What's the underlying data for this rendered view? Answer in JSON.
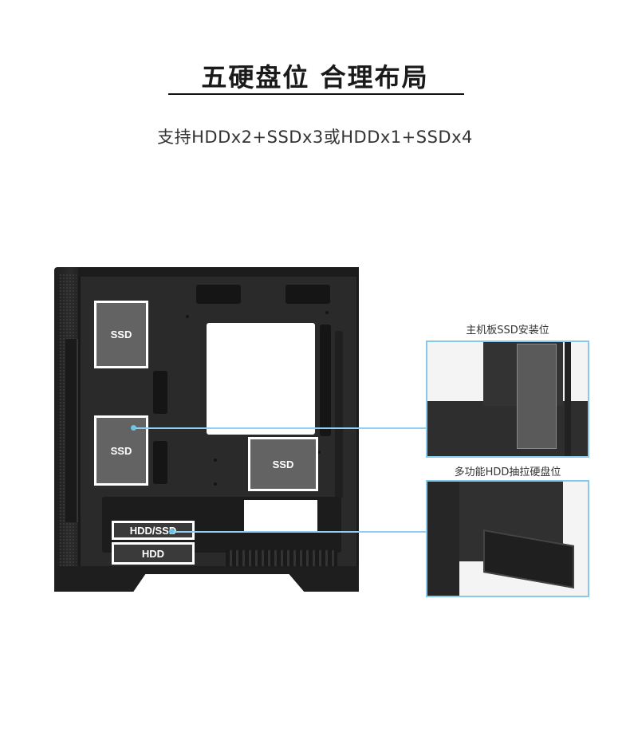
{
  "header": {
    "title": "五硬盘位  合理布局",
    "subtitle": "支持HDDx2+SSDx3或HDDx1+SSDx4"
  },
  "case": {
    "drives": [
      {
        "label": "SSD"
      },
      {
        "label": "SSD"
      },
      {
        "label": "SSD"
      }
    ],
    "bays": [
      {
        "label": "HDD/SSD"
      },
      {
        "label": "HDD"
      }
    ]
  },
  "callouts": [
    {
      "label": "主机板SSD安装位"
    },
    {
      "label": "多功能HDD抽拉硬盘位"
    }
  ],
  "colors": {
    "accent_line": "#8fd0f0",
    "callout_border": "#86c9ee",
    "case_body": "#2a2a2a",
    "drive_fill": "#636363"
  }
}
